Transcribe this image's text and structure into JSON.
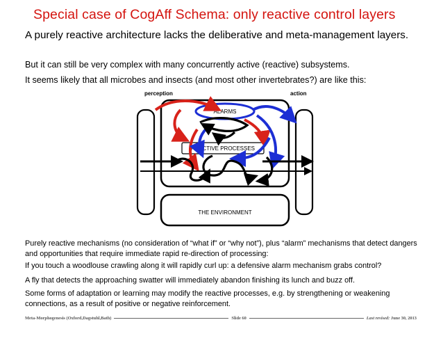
{
  "slide": {
    "title": "Special case of CogAff Schema: only reactive control layers",
    "lead": "A purely reactive architecture lacks the deliberative and meta-management layers.",
    "para1": "But it can still be very complex with many concurrently active (reactive) subsystems.",
    "para2": "It seems likely that all microbes and insects (and most other invertebrates?) are like this:",
    "points": [
      "Purely reactive mechanisms (no consideration of “what if” or “why not”), plus “alarm” mechanisms that detect dangers and opportunities that require immediate rapid re-direction of processing:",
      "If you touch a woodlouse crawling along it will rapidly curl up: a defensive alarm mechanism grabs control?",
      "A fly that detects the approaching swatter will immediately abandon finishing its lunch and buzz off.",
      "Some forms of adaptation or learning may modify the reactive processes, e.g. by strengthening or weakening connections, as a result of positive or negative reinforcement."
    ]
  },
  "diagram": {
    "perception_label": "perception",
    "action_label": "action",
    "alarms_label": "ALARMS",
    "reactive_label": "REACTIVE PROCESSES",
    "environment_label": "THE ENVIRONMENT",
    "colors": {
      "alarm_blue": "#1d2fd4",
      "red_arrow": "#d8221a",
      "black_arrow": "#000000"
    }
  },
  "footer": {
    "source": "Meta-Morphogenesis (Oxford,Dagstuhl,Bath)",
    "slide": "Slide 60",
    "revised_label": "Last revised:",
    "revised_date": "June 30, 2013"
  }
}
